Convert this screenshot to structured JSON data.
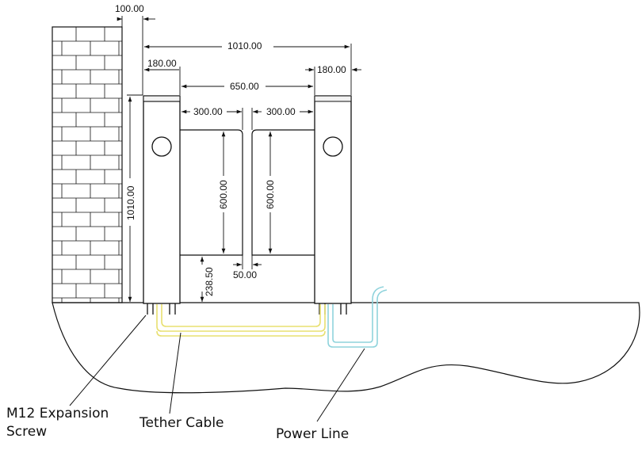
{
  "dimensions": {
    "wall_gap": "100.00",
    "overall_width": "1010.00",
    "post_width_left": "180.00",
    "post_width_right": "180.00",
    "passage_width": "650.00",
    "flap_width_left": "300.00",
    "flap_width_right": "300.00",
    "overall_height": "1010.00",
    "flap_height_left": "600.00",
    "flap_height_right": "600.00",
    "flap_gap": "50.00",
    "flap_clearance": "238.50"
  },
  "callouts": {
    "screw_line1": "M12 Expansion",
    "screw_line2": "Screw",
    "tether": "Tether Cable",
    "power": "Power Line"
  },
  "colors": {
    "line": "#111111",
    "tether_cable": "#e8e070",
    "power_line": "#8fd3dc"
  }
}
